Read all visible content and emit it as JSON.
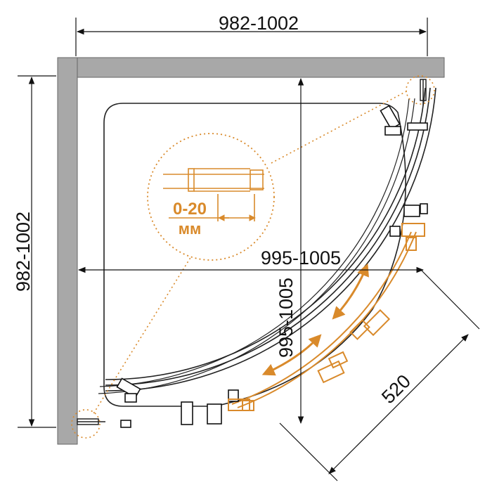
{
  "diagram": {
    "width_dimension": "982-1002",
    "height_dimension": "982-1002",
    "tray_horizontal_dimension": "995-1005",
    "tray_vertical_dimension": "995-1005",
    "door_dimension": "520",
    "detail_gap": "0-20",
    "detail_unit": "мм"
  },
  "colors": {
    "wall": "#a8a8a8",
    "line": "#222222",
    "accent": "#d98a2b"
  }
}
